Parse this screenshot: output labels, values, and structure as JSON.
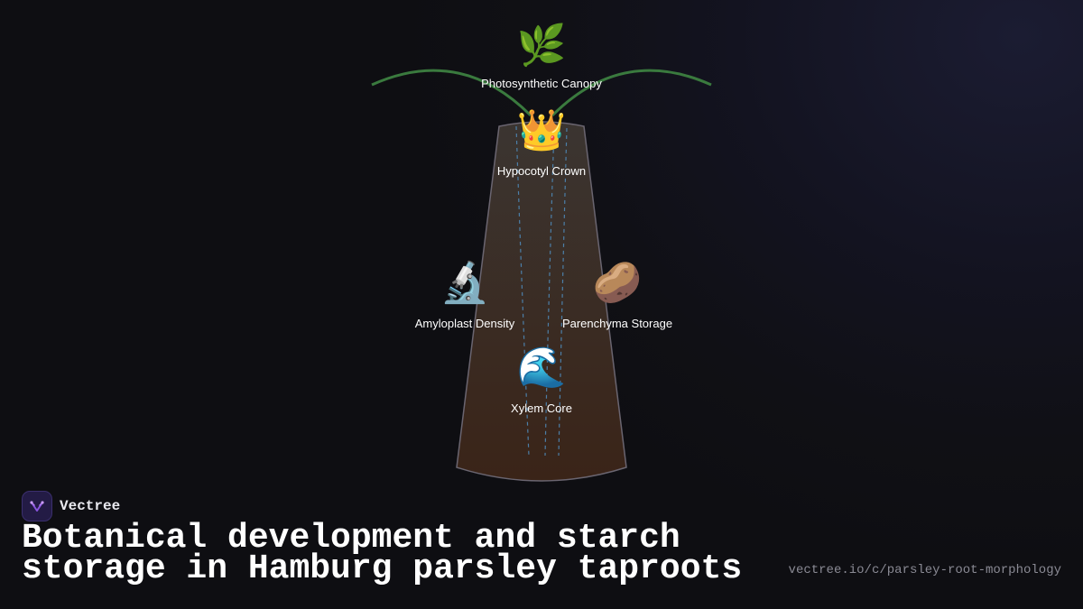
{
  "diagram": {
    "nodes": [
      {
        "id": "canopy",
        "emoji": "🌿",
        "icon": "herb-icon",
        "label": "Photosynthetic Canopy"
      },
      {
        "id": "crown",
        "emoji": "👑",
        "icon": "crown-icon",
        "label": "Hypocotyl Crown"
      },
      {
        "id": "amyloplast",
        "emoji": "🔬",
        "icon": "microscope-icon",
        "label": "Amyloplast Density"
      },
      {
        "id": "parenchyma",
        "emoji": "🥔",
        "icon": "potato-icon",
        "label": "Parenchyma Storage"
      },
      {
        "id": "xylem",
        "emoji": "🌊",
        "icon": "wave-icon",
        "label": "Xylem Core"
      }
    ],
    "colors": {
      "leaf_stroke": "#3a7a3e",
      "root_fill_top": "#3b3531",
      "root_fill_bottom": "#3a2418",
      "root_stroke": "#6a6570",
      "vascular_lines": "#4c7fa8"
    }
  },
  "brand": {
    "name": "Vectree",
    "icon": "vectree-logo-icon",
    "accent": "#8a55e0"
  },
  "title": "Botanical development and starch storage in Hamburg parsley taproots",
  "url": "vectree.io/c/parsley-root-morphology"
}
